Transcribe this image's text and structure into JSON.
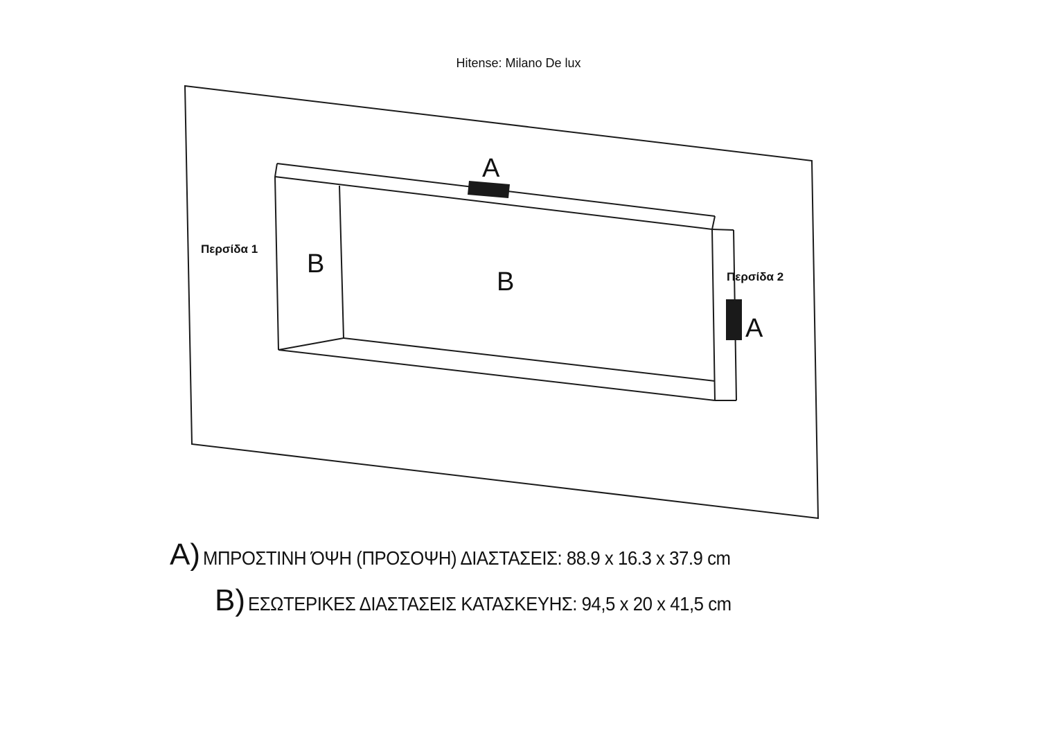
{
  "title": "Hitense: Milano De lux",
  "labels": {
    "shutter_1": "Περσίδα 1",
    "shutter_2": "Περσίδα 2",
    "marker_a_top": "A",
    "marker_a_right": "A",
    "marker_b_left": "B",
    "marker_b_center": "B"
  },
  "legend": [
    {
      "letter": "A)",
      "text": "ΜΠΡΟΣΤΙΝΗ ΌΨΗ (ΠΡΟΣΟΨΗ)  ΔΙΑΣΤΑΣΕΙΣ: 88.9 x 16.3 x 37.9 cm"
    },
    {
      "letter": "B)",
      "text": "ΕΣΩΤΕΡΙΚΕΣ ΔΙΑΣΤΑΣΕΙΣ ΚΑΤΑΣΚΕΥΗΣ: 94,5 x 20 x 41,5 cm"
    }
  ]
}
